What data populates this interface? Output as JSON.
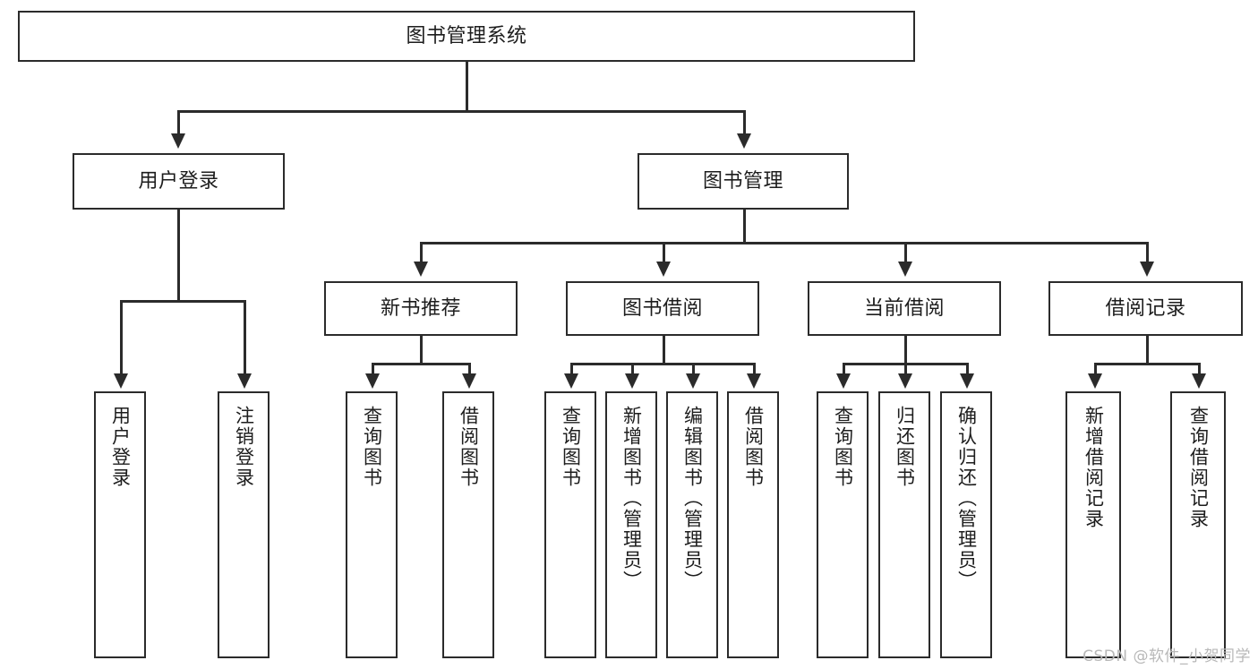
{
  "diagram": {
    "title": "图书管理系统",
    "watermark": "CSDN @软件_小贺同学",
    "colors": {
      "stroke": "#2b2b2b",
      "text": "#1d1d1d",
      "background": "#ffffff",
      "watermark": "#b8b8b8"
    },
    "root": {
      "label": "图书管理系统"
    },
    "level2": [
      {
        "label": "用户登录"
      },
      {
        "label": "图书管理"
      }
    ],
    "level3": [
      {
        "label": "新书推荐"
      },
      {
        "label": "图书借阅"
      },
      {
        "label": "当前借阅"
      },
      {
        "label": "借阅记录"
      }
    ],
    "leaves": {
      "user_login": [
        {
          "label": "用户登录"
        },
        {
          "label": "注销登录"
        }
      ],
      "new_book_recommend": [
        {
          "label": "查询图书"
        },
        {
          "label": "借阅图书"
        }
      ],
      "book_borrow": [
        {
          "label": "查询图书"
        },
        {
          "label": "新增图书（管理员）"
        },
        {
          "label": "编辑图书（管理员）"
        },
        {
          "label": "借阅图书"
        }
      ],
      "current_borrow": [
        {
          "label": "查询图书"
        },
        {
          "label": "归还图书"
        },
        {
          "label": "确认归还（管理员）"
        }
      ],
      "borrow_record": [
        {
          "label": "新增借阅记录"
        },
        {
          "label": "查询借阅记录"
        }
      ]
    }
  }
}
